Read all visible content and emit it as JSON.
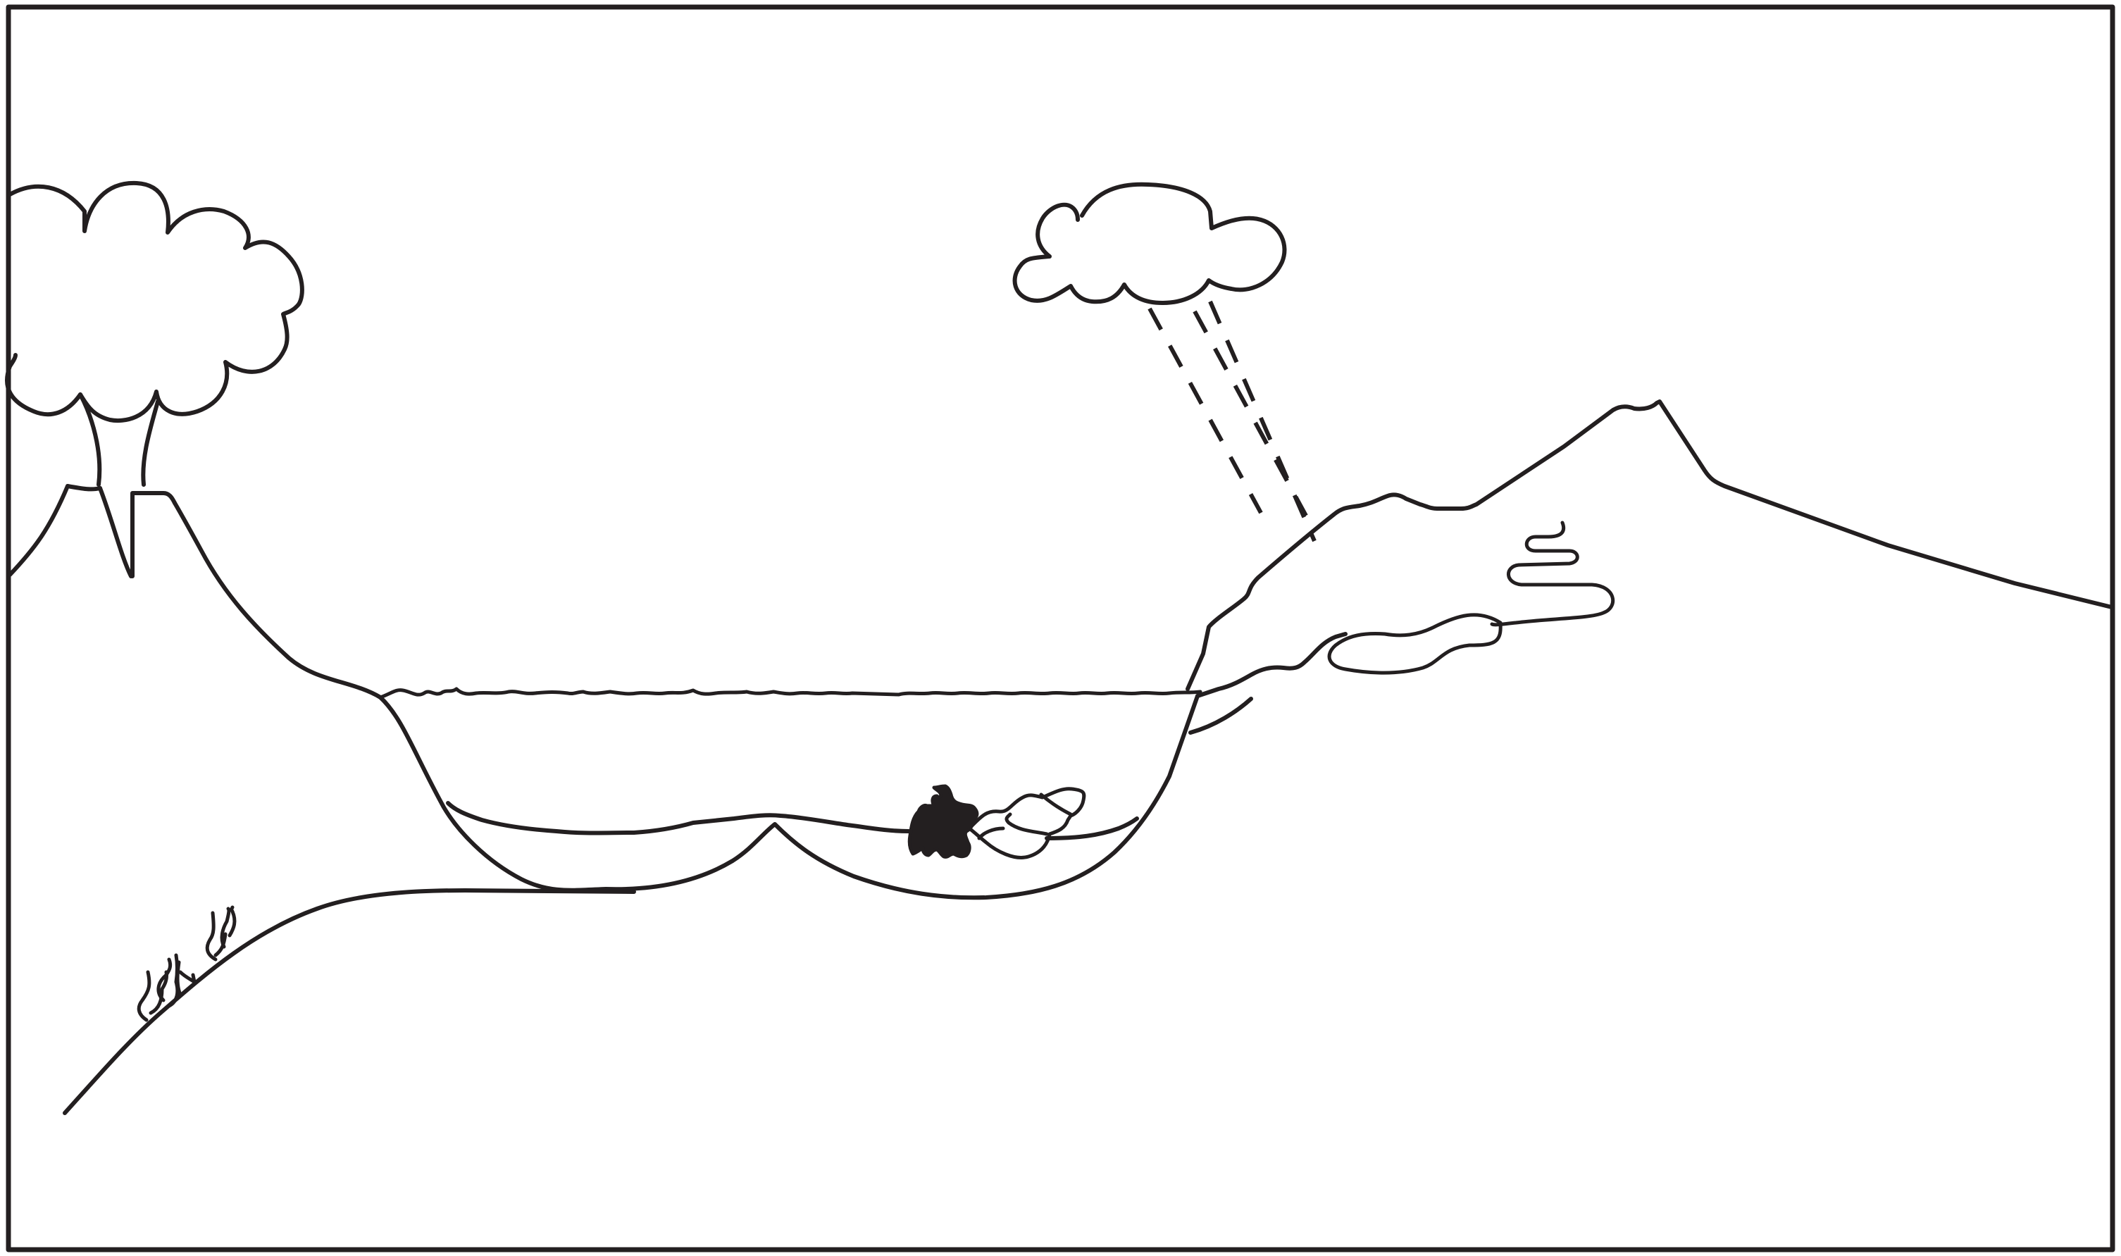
{
  "diagram": {
    "line_color": "#231f20",
    "background_color": "#ffffff",
    "elements": [
      "frame",
      "volcano",
      "ash-cloud",
      "rain-cloud",
      "rain",
      "mountain",
      "glacier",
      "lake",
      "lake-sediment",
      "rock-fragment",
      "hillside",
      "grass-tufts"
    ]
  }
}
